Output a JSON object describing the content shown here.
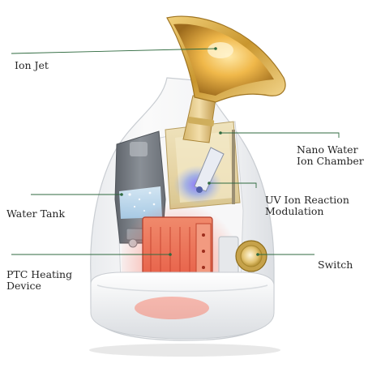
{
  "diagram": {
    "labels": {
      "ion_jet": "Ion Jet",
      "nano_water_line1": "Nano Water",
      "nano_water_line2": "Ion Chamber",
      "water_tank": "Water Tank",
      "uv_line1": "UV Ion Reaction",
      "uv_line2": "Modulation",
      "ptc_line1": "PTC Heating",
      "ptc_line2": "Device",
      "switch": "Switch"
    },
    "colors": {
      "funnel_gold": "#c9a04a",
      "funnel_amber": "#e0a33a",
      "heater_red": "#ee6a52",
      "body_white": "#f4f4f4",
      "tank_dark": "#7a7f86",
      "water_blue": "#bfdcf2",
      "switch_gold": "#c6a24a",
      "leader_line": "#2f6a3f"
    }
  }
}
